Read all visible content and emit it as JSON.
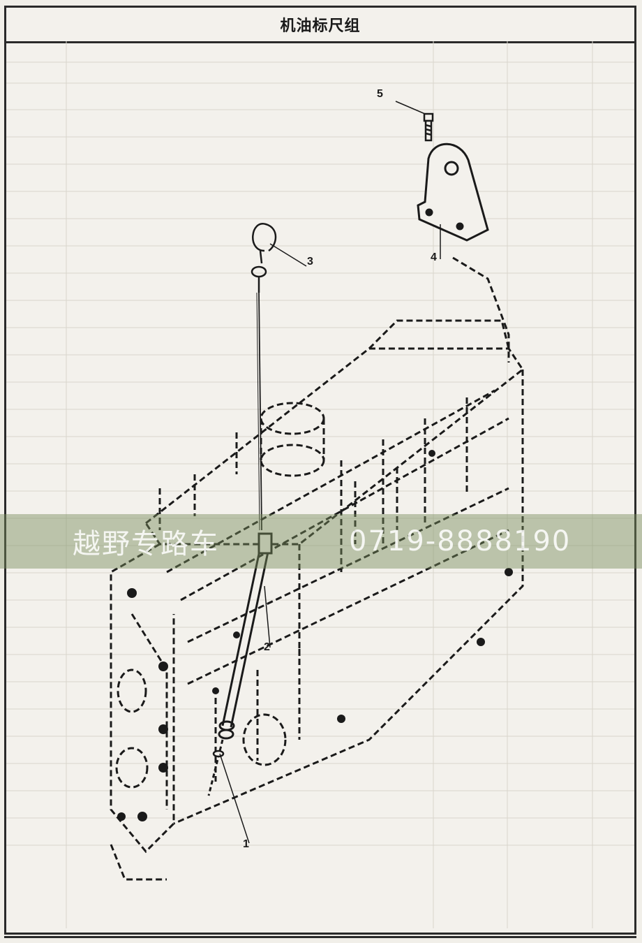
{
  "header": {
    "title": "机油标尺组"
  },
  "callouts": {
    "c1": "1",
    "c2": "2",
    "c3": "3",
    "c4": "4",
    "c5": "5"
  },
  "watermark": {
    "name": "越野专路车",
    "phone": "0719-8888190"
  },
  "colors": {
    "ink": "#1a1a1a",
    "paper": "#f1efe9",
    "watermark_band": "#788c5a"
  }
}
